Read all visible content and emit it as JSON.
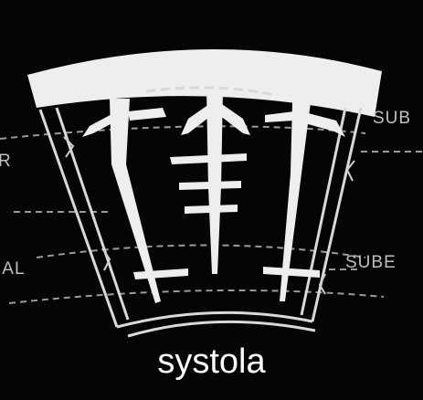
{
  "labels": {
    "left_top": "R",
    "left_middle": "IAL",
    "right_top": "SUB",
    "right_middle": "SUBE"
  },
  "caption": "systola",
  "colors": {
    "background": "#050505",
    "vessel_white": "#eeeeee",
    "line_gray": "#bfbfbf",
    "caption_white": "#ffffff"
  }
}
